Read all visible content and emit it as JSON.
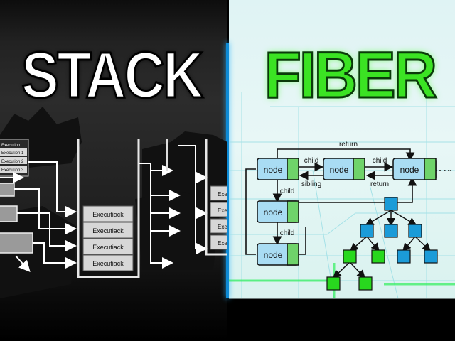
{
  "titles": {
    "left": "STACK",
    "right": "FIBER"
  },
  "stack": {
    "panel_items": [
      "Execution",
      "Execution 1",
      "Execution 2",
      "Execution 3"
    ],
    "frames": [
      "Executiock",
      "Executiack",
      "Executiack",
      "Executiack"
    ],
    "right_frames": [
      "Execu",
      "Execu",
      "Execu",
      "Execu"
    ]
  },
  "fiber": {
    "nodes": [
      "node",
      "node",
      "node",
      "node",
      "node"
    ],
    "edges": {
      "return_top": "return",
      "child_1": "child",
      "child_2": "child",
      "sibling": "sibling",
      "return_2": "return",
      "child_down_1": "child",
      "child_down_2": "child"
    },
    "ellipsis": "· · ·"
  },
  "colors": {
    "accent": "#3be323",
    "node_fill": "#a9dcf3",
    "node_side": "#6fd36a",
    "divider": "#0e8bd6"
  }
}
